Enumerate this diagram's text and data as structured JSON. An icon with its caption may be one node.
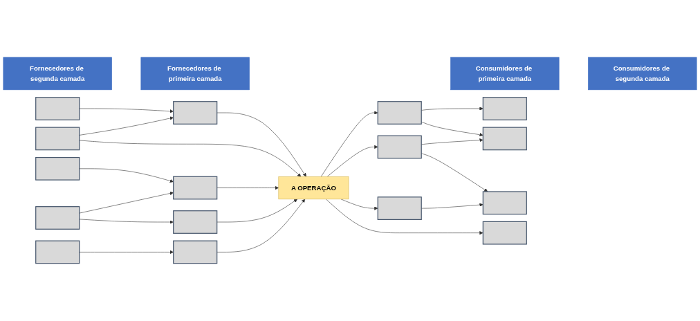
{
  "diagram": {
    "nodes": [
      {
        "text": [
          "Fornecedores de segunda camada"
        ]
      },
      {
        "text": [
          "Fornecedores de primeira camada"
        ]
      },
      {
        "text": [
          "Consumidores de primeira camada"
        ]
      },
      {
        "text": [
          "Consumidores de segunda camada"
        ]
      },
      {
        "text": [],
        "shape": "box"
      },
      {
        "text": [],
        "shape": "box"
      },
      {
        "text": [],
        "shape": "box"
      },
      {
        "text": [],
        "shape": "box"
      },
      {
        "text": [],
        "shape": "box"
      },
      {
        "text": [],
        "shape": "box"
      },
      {
        "text": [],
        "shape": "box"
      },
      {
        "text": [],
        "shape": "box"
      },
      {
        "text": [],
        "shape": "box"
      },
      {
        "text": [
          "A OPERAÇÃO"
        ]
      },
      {
        "text": [],
        "shape": "box"
      },
      {
        "text": [],
        "shape": "box"
      },
      {
        "text": [],
        "shape": "box"
      },
      {
        "text": [],
        "shape": "box"
      },
      {
        "text": [],
        "shape": "box"
      },
      {
        "text": [],
        "shape": "box"
      },
      {
        "text": [],
        "shape": "box"
      }
    ],
    "edges": [
      {
        "from": 4,
        "to": 9,
        "arrow": "to"
      },
      {
        "from": 5,
        "to": 9,
        "arrow": "to"
      },
      {
        "from": 5,
        "to": 13,
        "arrow": "to"
      },
      {
        "from": 6,
        "to": 10,
        "arrow": "to"
      },
      {
        "from": 7,
        "to": 10,
        "arrow": "to"
      },
      {
        "from": 7,
        "to": 11,
        "arrow": "to"
      },
      {
        "from": 8,
        "to": 12,
        "arrow": "to"
      },
      {
        "from": 9,
        "to": 13,
        "arrow": "to"
      },
      {
        "from": 10,
        "to": 13,
        "arrow": "to"
      },
      {
        "from": 11,
        "to": 13,
        "arrow": "to"
      },
      {
        "from": 12,
        "to": 13,
        "arrow": "to"
      },
      {
        "from": 13,
        "to": 14,
        "arrow": "to"
      },
      {
        "from": 13,
        "to": 15,
        "arrow": "to"
      },
      {
        "from": 13,
        "to": 16,
        "arrow": "to"
      },
      {
        "from": 13,
        "to": 20,
        "arrow": "to"
      },
      {
        "from": 14,
        "to": 17,
        "arrow": "to"
      },
      {
        "from": 14,
        "to": 18,
        "arrow": "to"
      },
      {
        "from": 15,
        "to": 18,
        "arrow": "to"
      },
      {
        "from": 15,
        "to": 19,
        "arrow": "to"
      },
      {
        "from": 16,
        "to": 19,
        "arrow": "to"
      }
    ]
  }
}
